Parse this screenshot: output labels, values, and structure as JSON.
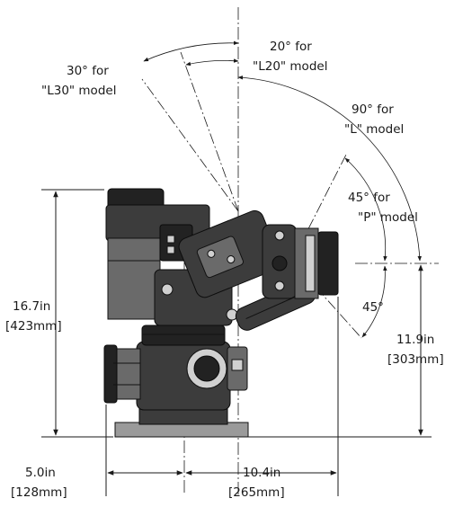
{
  "angle_labels": {
    "l20": [
      "20° for",
      "\"L20\" model"
    ],
    "l30": [
      "30° for",
      "\"L30\" model"
    ],
    "l": [
      "90° for",
      "\"L\" model"
    ],
    "p": [
      "45° for",
      "\"P\" model"
    ],
    "down": "45°"
  },
  "dimensions": {
    "height_total": [
      "16.7in",
      "[423mm]"
    ],
    "height_outlet": [
      "11.9in",
      "[303mm]"
    ],
    "width_left": [
      "5.0in",
      "[128mm]"
    ],
    "width_right": [
      "10.4in",
      "[265mm]"
    ]
  },
  "colors": {
    "ink": "#1a1a1a",
    "body": "#3c3c3c",
    "dark": "#222222"
  }
}
